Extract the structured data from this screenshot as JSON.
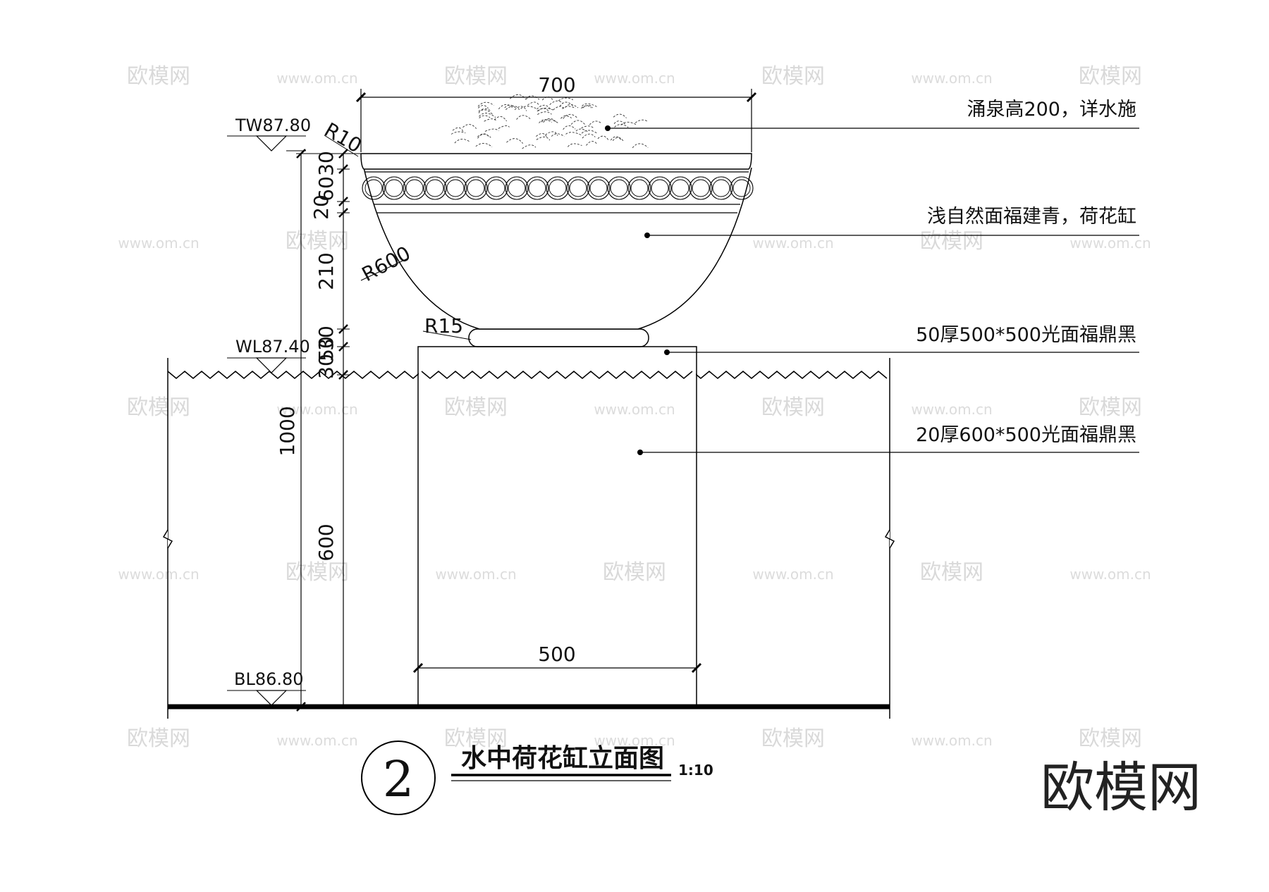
{
  "dimensions": {
    "top_width": "700",
    "base_width": "500",
    "stack": [
      "30",
      "60",
      "20",
      "210",
      "30",
      "50",
      "30",
      "600",
      "1000"
    ],
    "radii": [
      "R10",
      "R600",
      "R15"
    ]
  },
  "levels": {
    "top": "TW87.80",
    "water": "WL87.40",
    "bottom": "BL86.80"
  },
  "notes": [
    "涌泉高200，详水施",
    "浅自然面福建青，荷花缸",
    "50厚500*500光面福鼎黑",
    "20厚600*500光面福鼎黑"
  ],
  "title": {
    "number": "2",
    "text": "水中荷花缸立面图",
    "scale": "1:10"
  },
  "watermark": {
    "brand": "欧模网",
    "url": "www.om.cn",
    "tile_text": "欧模网"
  }
}
